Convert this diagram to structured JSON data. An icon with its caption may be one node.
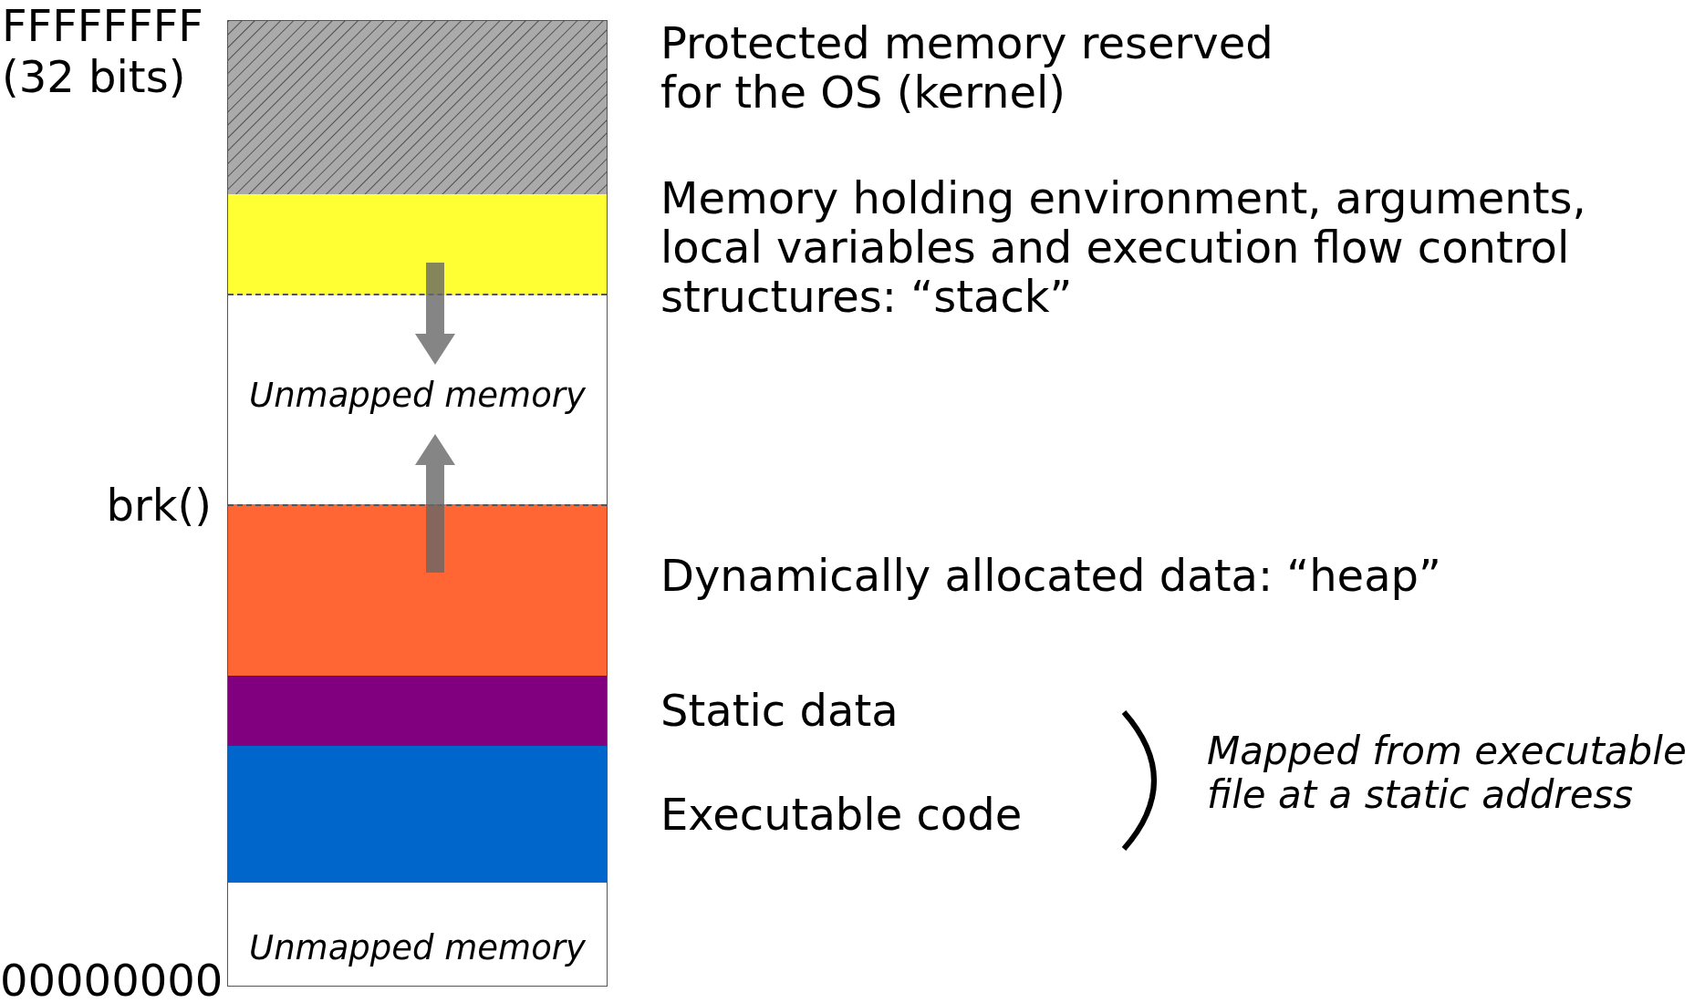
{
  "diagram": {
    "nodes": [
      {
        "text": [],
        "shape": "box",
        "beside": [
          "Protected memory reserved for the OS (kernel)"
        ]
      },
      {
        "text": [],
        "shape": "box",
        "beside": [
          "Memory holding environment, arguments, local variables and execution flow control structures: “stack”"
        ]
      },
      {
        "text": [
          "Unmapped memory"
        ]
      },
      {
        "text": [],
        "shape": "box",
        "beside": [
          "Dynamically allocated data: “heap”"
        ]
      },
      {
        "text": [],
        "shape": "box",
        "beside": [
          "Static data"
        ]
      },
      {
        "text": [],
        "shape": "box",
        "beside": [
          "Executable code"
        ]
      },
      {
        "text": [
          "Unmapped memory"
        ]
      }
    ],
    "edges": [
      {
        "from": 1,
        "to": 2,
        "arrow": "to"
      },
      {
        "from": 3,
        "to": 2,
        "arrow": "to"
      }
    ],
    "labels": [
      "FFFFFFFF (32 bits)",
      "brk()",
      "Mapped from executable file at a static address",
      "00000000"
    ]
  }
}
